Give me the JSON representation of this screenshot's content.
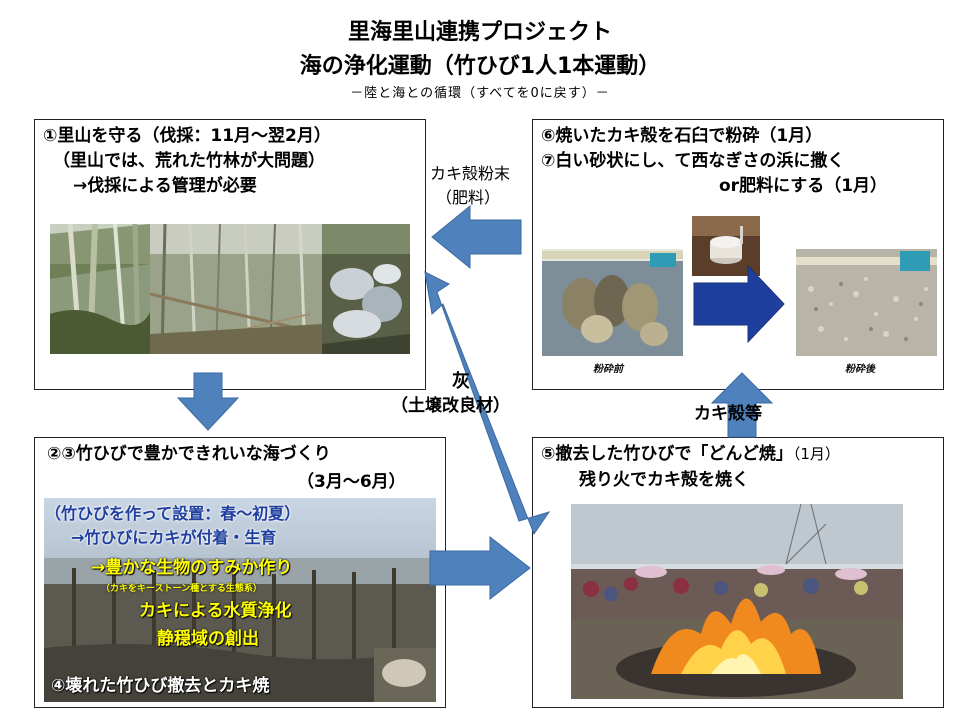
{
  "header": {
    "title_line1": "里海里山連携プロジェクト",
    "title_line2": "海の浄化運動（竹ひび1人1本運動）",
    "subtitle": "－陸と海との循環（すべてを0に戻す）－"
  },
  "box1": {
    "line1": "①里山を守る（伐採：11月～翌2月）",
    "line2": "（里山では、荒れた竹林が大問題）",
    "line3": "→伐採による管理が必要"
  },
  "box6": {
    "line1": "⑥焼いたカキ殻を石臼で粉砕（1月）",
    "line2": "⑦白い砂状にし、て西なぎさの浜に撒く",
    "line3": "or肥料にする（1月）",
    "caption_before": "粉砕前",
    "caption_after": "粉砕後"
  },
  "box2": {
    "title": "②③竹ひびで豊かできれいな海づくり",
    "period": "（3月～6月）",
    "overlay1": "（竹ひびを作って設置：春～初夏）",
    "overlay2": "→竹ひびにカキが付着・生育",
    "overlay3": "→豊かな生物のすみか作り",
    "overlay4": "（カキをキーストーン種とする生態系）",
    "overlay5": "カキによる水質浄化",
    "overlay6": "静穏域の創出",
    "bottom": "④壊れた竹ひび撤去とカキ焼"
  },
  "box5": {
    "title_main": "⑤撤去した竹ひびで「どんど焼」",
    "title_month": "（1月）",
    "line2": "残り火でカキ殻を焼く"
  },
  "labels": {
    "oyster_powder_1": "カキ殻粉末",
    "oyster_powder_2": "（肥料）",
    "ash_1": "灰",
    "ash_2": "（土壌改良材）",
    "oyster_shells": "カキ殻等"
  },
  "colors": {
    "arrow": "#4f81bd",
    "arrow_stroke": "#3a6aa0",
    "overlay_yellow": "#ffff00",
    "overlay_blue": "#1f3f9f"
  }
}
